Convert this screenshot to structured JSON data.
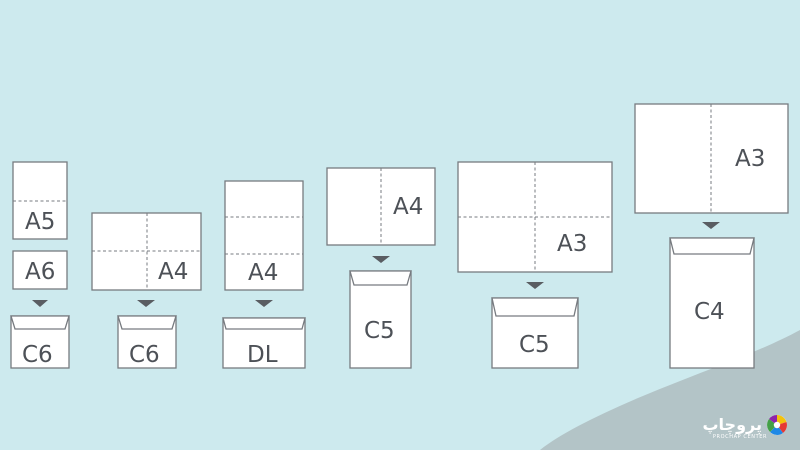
{
  "colors": {
    "background": "#cdeaee",
    "paper": "#ffffff",
    "stroke": "#777b80",
    "arrow": "#595d62",
    "corner_wave": "#b3c4c7"
  },
  "items": [
    {
      "name": "a5-sheet",
      "label": "A5"
    },
    {
      "name": "a6-sheet",
      "label": "A6"
    },
    {
      "name": "c6-envelope-1",
      "label": "C6"
    },
    {
      "name": "a4-sheet-1",
      "label": "A4"
    },
    {
      "name": "c6-envelope-2",
      "label": "C6"
    },
    {
      "name": "a4-sheet-2",
      "label": "A4"
    },
    {
      "name": "dl-envelope",
      "label": "DL"
    },
    {
      "name": "a4-sheet-3",
      "label": "A4"
    },
    {
      "name": "c5-envelope-1",
      "label": "C5"
    },
    {
      "name": "a3-sheet-1",
      "label": "A3"
    },
    {
      "name": "c5-envelope-2",
      "label": "C5"
    },
    {
      "name": "a3-sheet-2",
      "label": "A3"
    },
    {
      "name": "c4-envelope",
      "label": "C4"
    }
  ],
  "logo": {
    "text_fa": "پروچاپ",
    "text_en": "PROCHAP CENTER",
    "icon": "color-circle-logo-icon"
  }
}
